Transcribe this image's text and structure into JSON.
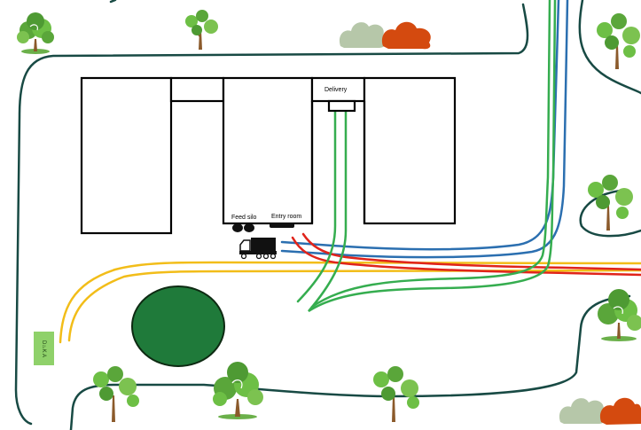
{
  "labels": {
    "delivery": "Delivery",
    "feed_silo": "Feed silo",
    "entry_room": "Entry room",
    "sign": "D♨K A"
  },
  "colors": {
    "background": "#ffffff",
    "road_outline": "#184a44",
    "building_line": "#000000",
    "yellow_route": "#f2bd19",
    "red_route": "#e0241b",
    "blue_route": "#2b6fb0",
    "green_route": "#35ad4f",
    "pond": "#1f7a3a",
    "sign_fill": "#8fd16a",
    "bush_gray": "#b6c7a9",
    "bush_orange": "#d44a0f",
    "tree_foliage": "#5aa63a",
    "tree_trunk": "#8b5a2b"
  },
  "icons": [
    "truck-icon",
    "tree-icon",
    "bush-icon",
    "feed-silo-icon"
  ]
}
